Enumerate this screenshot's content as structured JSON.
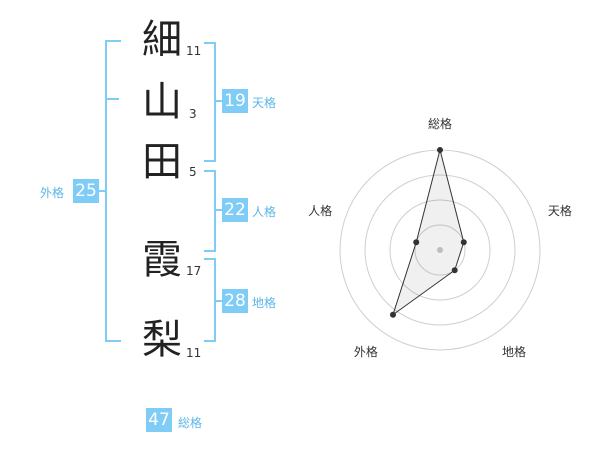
{
  "characters": [
    {
      "char": "細",
      "strokes": "11"
    },
    {
      "char": "山",
      "strokes": "3"
    },
    {
      "char": "田",
      "strokes": "5"
    },
    {
      "char": "霞",
      "strokes": "17"
    },
    {
      "char": "梨",
      "strokes": "11"
    }
  ],
  "kaku": {
    "tenkaku": {
      "value": "19",
      "label": "天格"
    },
    "jinkaku": {
      "value": "22",
      "label": "人格"
    },
    "chikaku": {
      "value": "28",
      "label": "地格"
    },
    "gaikaku": {
      "value": "25",
      "label": "外格"
    },
    "soukaku": {
      "value": "47",
      "label": "総格"
    }
  },
  "colors": {
    "accent": "#7fcdf6",
    "text": "#222222"
  },
  "chart_data": {
    "type": "radar",
    "axes": [
      "総格",
      "天格",
      "地格",
      "外格",
      "人格"
    ],
    "levels": 4,
    "values": [
      4,
      1.0,
      1.0,
      3.2,
      1.0
    ],
    "max": 4
  }
}
